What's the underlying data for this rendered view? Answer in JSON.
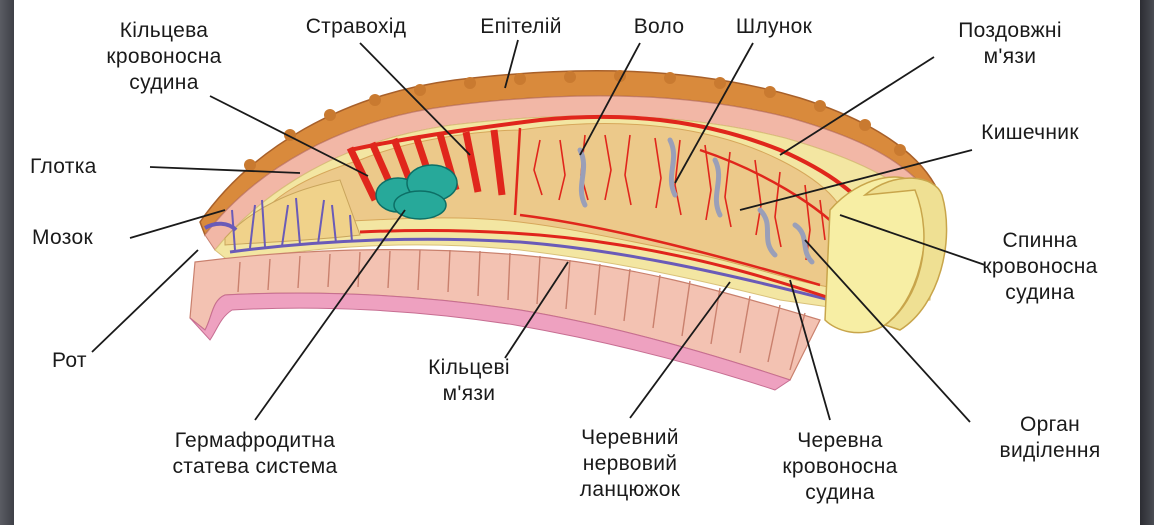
{
  "labels": {
    "ring_vessel": [
      "Кільцева",
      "кровоносна",
      "судина"
    ],
    "esophagus": "Стравохід",
    "epithelium": "Епітелій",
    "crop": "Воло",
    "stomach": "Шлунок",
    "longitudinal_muscles": [
      "Поздовжні",
      "м'язи"
    ],
    "pharynx": "Глотка",
    "intestine": "Кишечник",
    "brain": "Мозок",
    "dorsal_vessel": [
      "Спинна",
      "кровоносна",
      "судина"
    ],
    "mouth": "Рот",
    "circular_muscles": [
      "Кільцеві",
      "м'язи"
    ],
    "reproductive_system": [
      "Гермафродитна",
      "статева система"
    ],
    "ventral_nerve_cord": [
      "Черевний",
      "нервовий",
      "ланцюжок"
    ],
    "ventral_vessel": [
      "Черевна",
      "кровоносна",
      "судина"
    ],
    "excretory_organ": [
      "Орган",
      "виділення"
    ]
  },
  "colors": {
    "epithelium": "#d98a3c",
    "muscle": "#f0b29c",
    "vessel": "#e0261c",
    "intestine_fill": "#e9c887",
    "nerve": "#6a5bb8",
    "gonad": "#27a99a",
    "yellow_layer": "#f3e6a2",
    "segment_end": "#f7eea4"
  }
}
